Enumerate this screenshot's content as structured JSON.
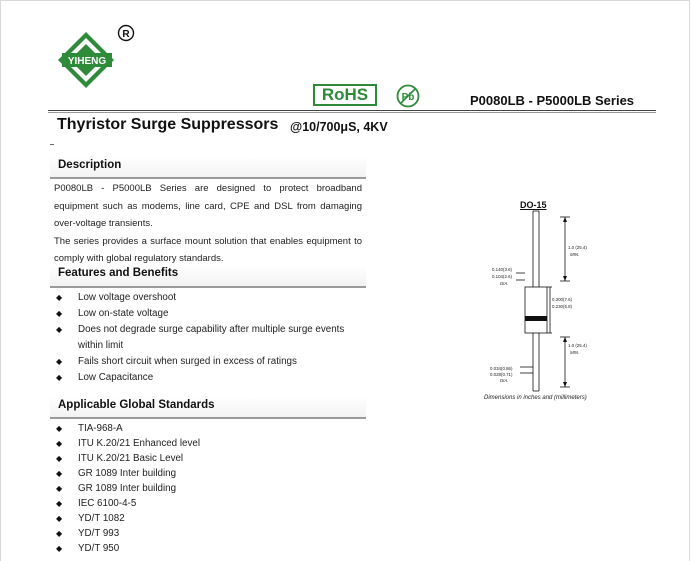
{
  "brand": {
    "logo_text": "YIHENG",
    "registered_mark": "R",
    "rohs": "RoHS",
    "pb_mark": "Pb",
    "color_green": "#2e8b3a"
  },
  "header": {
    "series": "P0080LB - P5000LB Series",
    "title": "Thyristor Surge Suppressors",
    "subtitle": "@10/700μS, 4KV"
  },
  "description": {
    "heading": "Description",
    "para1": "P0080LB - P5000LB Series are designed to protect broadband equipment such as modems, line card, CPE and DSL from damaging over-voltage transients.",
    "para2": "The series provides a surface mount solution that enables equipment to comply with global regulatory standards."
  },
  "features": {
    "heading": "Features and Benefits",
    "items": [
      "Low voltage overshoot",
      "Low on-state voltage",
      "Does not degrade surge capability after multiple surge events within limit",
      "Fails short circuit when surged in excess of ratings",
      "Low Capacitance"
    ]
  },
  "standards": {
    "heading": "Applicable Global Standards",
    "items": [
      "TIA-968-A",
      "ITU K.20/21 Enhanced level",
      "ITU K.20/21 Basic Level",
      "GR 1089 Inter building",
      "GR 1089 Inter building",
      "IEC 6100-4-5",
      "YD/T 1082",
      "YD/T 993",
      "YD/T 950"
    ]
  },
  "diagram": {
    "package": "DO-15",
    "lead_top_len": "1.0 (25.4)",
    "lead_top_min": "MIN.",
    "lead_dia_a": "0.140(3.6)",
    "lead_dia_b": "0.104(2.6)",
    "lead_dia_label": "DIA.",
    "body_len_a": "0.300(7.6)",
    "body_len_b": "0.230(5.8)",
    "lead_bot_len": "1.0 (25.4)",
    "lead_bot_min": "MIN.",
    "wire_dia_a": "0.034(0.86)",
    "wire_dia_b": "0.028(0.71)",
    "wire_dia_label": "DIA.",
    "caption": "Dimensions in inches and (millimeters)"
  },
  "bullet_glyph": "◆"
}
